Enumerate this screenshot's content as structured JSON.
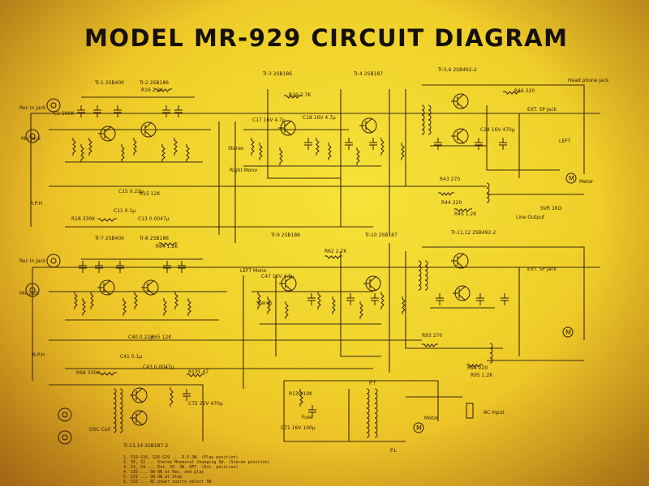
{
  "title": "MODEL MR-929 CIRCUIT DIAGRAM",
  "transistor_labels": {
    "ch1_tr1": "Tr-1 2SB400",
    "ch1_tr2": "Tr-2 2SB186",
    "ch1_tr3": "Tr-3 2SB186",
    "ch1_tr4": "Tr-4 2SB187",
    "ch1_tr56": "Tr-5,6 2SB492-2",
    "ch2_tr7": "Tr-7 2SB400",
    "ch2_tr8": "Tr-8 2SB186",
    "ch2_tr9": "Tr-9 2SB186",
    "ch2_tr10": "Tr-10 2SB187",
    "ch2_tr1112": "Tr-11,12 2SB492-2",
    "osc_tr1314": "Tr-13,14 2SB187-2"
  },
  "jack_labels": {
    "rec_in_1": "Rec In Jack",
    "mic_1": "Mic Jack",
    "rec_in_2": "Rec In Jack",
    "mic_2": "Mic Jack",
    "headphone": "Head phone Jack",
    "ext_sp_1": "EXT. SP Jack",
    "ext_sp_2": "EXT. SP Jack",
    "line_output": "Line Output",
    "ac_input": "AC Input"
  },
  "switch_labels": {
    "stereo": "Stereo",
    "right_mono": "Right Mono",
    "left_mono": "LEFT Mono",
    "stereo_2": "Stereo",
    "left": "LEFT",
    "meter": "Meter",
    "motor": "Motor",
    "osc_coil": "OSC Coil",
    "fuse": "Fuse",
    "pt": "P.T",
    "pl": "P.L",
    "rph_1": "R.P.H",
    "rph_2": "R.P.H"
  },
  "component_labels": {
    "c1": "C1 100K",
    "c11": "C11 0.1µ",
    "r16": "R16 2.2K",
    "r19": "R19 2.7K",
    "r46": "R46 220",
    "c15": "C15 0.22µ",
    "r15": "R15 12K",
    "c13": "C13 0.0047µ",
    "r18": "R18 330K",
    "c17": "C17 16V 4.7µ",
    "c18": "C18 16V 4.7µ",
    "c24": "C24 16V 470µ",
    "r43": "R43 270",
    "r44": "R44 220",
    "r45": "R45 1.2K",
    "r64": "R64 1.2K",
    "r62": "R62 2.7K",
    "c40": "C40 0.22µ",
    "r65": "R65 12K",
    "c41": "C41 0.1µ",
    "c43": "C43 0.0047µ",
    "r68": "R68 330K",
    "r131": "R131 47",
    "c47": "C47 16V 4.7µ",
    "r93": "R93 270",
    "r94": "R94 220",
    "r95": "R95 1.2K",
    "svr": "SVR 1KΩ",
    "r130": "R130 10K",
    "c71": "C71 16V 100µ",
    "c72": "C72 25V 470µ"
  },
  "switch_notes": [
    "1. S19-S16, S26-S29 ... R.P.SW. (Play position)",
    "2. S5, S2 ... Stereo Monaural changing SW. (Stereo position)",
    "3. S3, S4 ... Ext. SP. SW. OFF. (Ext. position)",
    "4. S35 ... SW ON at Rec. and play",
    "5. S31 ... SW ON at Stop",
    "6. S32 ... AC power source select SW."
  ]
}
